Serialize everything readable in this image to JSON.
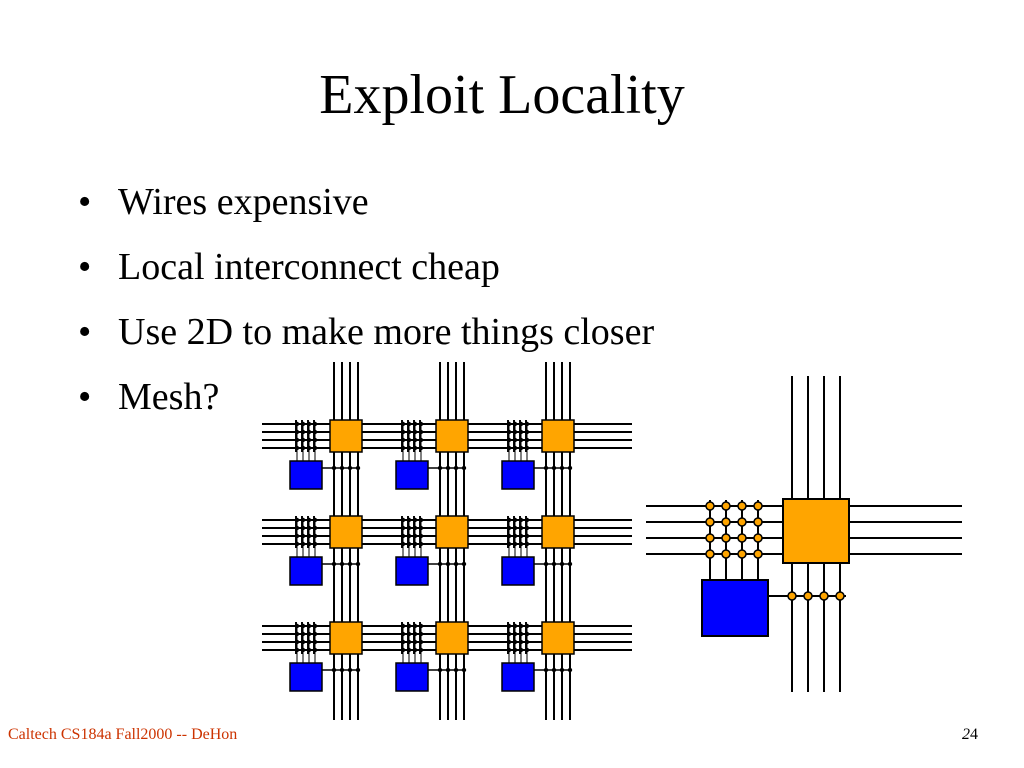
{
  "slide": {
    "title": "Exploit Locality",
    "bullets": [
      "Wires expensive",
      "Local interconnect cheap",
      "Use 2D to make more things closer",
      "Mesh?"
    ],
    "bullet_glyph": "•"
  },
  "footer": {
    "left": "Caltech CS184a Fall2000 -- DeHon",
    "page_first": "2",
    "page_rest": "4"
  },
  "colors": {
    "switch_block": "#FFA500",
    "logic_block": "#0000FF",
    "wire": "#000000",
    "footer_text": "#CC3300"
  }
}
